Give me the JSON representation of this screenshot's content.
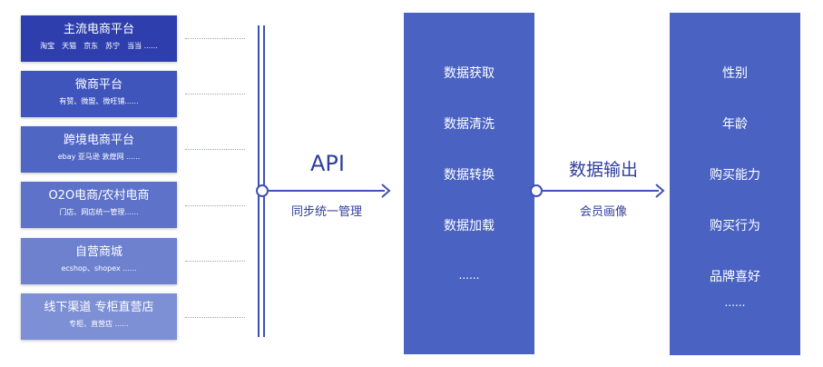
{
  "sources": [
    {
      "title": "主流电商平台",
      "sub": "淘宝　天猫　京东　苏宁　当当 ......",
      "color": "#2e3fad"
    },
    {
      "title": "微商平台",
      "sub": "有赞、微盟、微旺铺......",
      "color": "#4055bb"
    },
    {
      "title": "跨境电商平台",
      "sub": "ebay 亚马逊 敦煌网 ......",
      "color": "#5066c3"
    },
    {
      "title": "O2O电商/农村电商",
      "sub": "门店、网店统一管理......",
      "color": "#5d72c8"
    },
    {
      "title": "自营商城",
      "sub": "ecshop、shopex ......",
      "color": "#6d81cf"
    },
    {
      "title": "线下渠道 专柜直营店",
      "sub": "专柜、直营店 ......",
      "color": "#7d8fd5"
    }
  ],
  "api": {
    "title": "API",
    "subtitle": "同步统一管理"
  },
  "processing": {
    "items": [
      "数据获取",
      "数据清洗",
      "数据转换",
      "数据加载",
      "......"
    ]
  },
  "output": {
    "title": "数据输出",
    "subtitle": "会员画像"
  },
  "profile": {
    "items": [
      "性别",
      "年龄",
      "购买能力",
      "购买行为",
      "品牌喜好",
      "......"
    ]
  },
  "colors": {
    "line": "#3f51b5",
    "column": "#4a63c3"
  }
}
